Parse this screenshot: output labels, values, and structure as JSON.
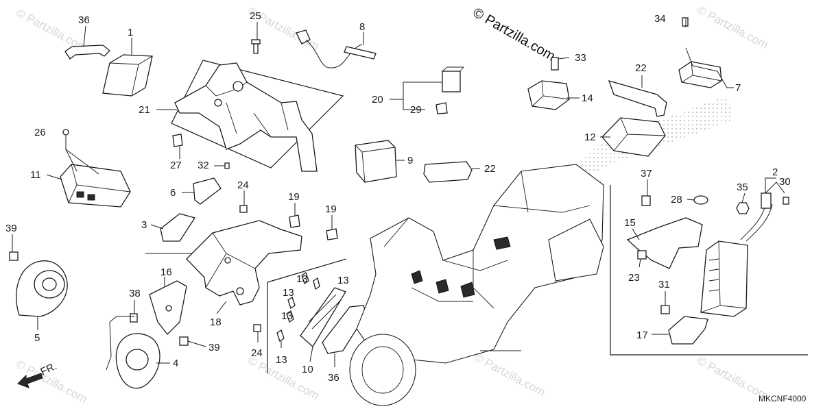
{
  "copyright": "© Partzilla.com",
  "watermark": "© Partzilla.com",
  "diagram_code": "MKCNF4000",
  "front_label": "FR.",
  "callouts": {
    "c1": "1",
    "c2": "2",
    "c3": "3",
    "c4": "4",
    "c5": "5",
    "c6": "6",
    "c7": "7",
    "c8": "8",
    "c9": "9",
    "c10": "10",
    "c11": "11",
    "c12": "12",
    "c13a": "13",
    "c13b": "13",
    "c13c": "13",
    "c13d": "13",
    "c13e": "13",
    "c14": "14",
    "c15": "15",
    "c16": "16",
    "c17": "17",
    "c18": "18",
    "c19a": "19",
    "c19b": "19",
    "c20": "20",
    "c21": "21",
    "c22a": "22",
    "c22b": "22",
    "c23": "23",
    "c24a": "24",
    "c24b": "24",
    "c25": "25",
    "c26": "26",
    "c27": "27",
    "c28": "28",
    "c29": "29",
    "c30": "30",
    "c31": "31",
    "c32": "32",
    "c33": "33",
    "c34": "34",
    "c35": "35",
    "c36a": "36",
    "c36b": "36",
    "c37": "37",
    "c38": "38",
    "c39a": "39",
    "c39b": "39"
  }
}
